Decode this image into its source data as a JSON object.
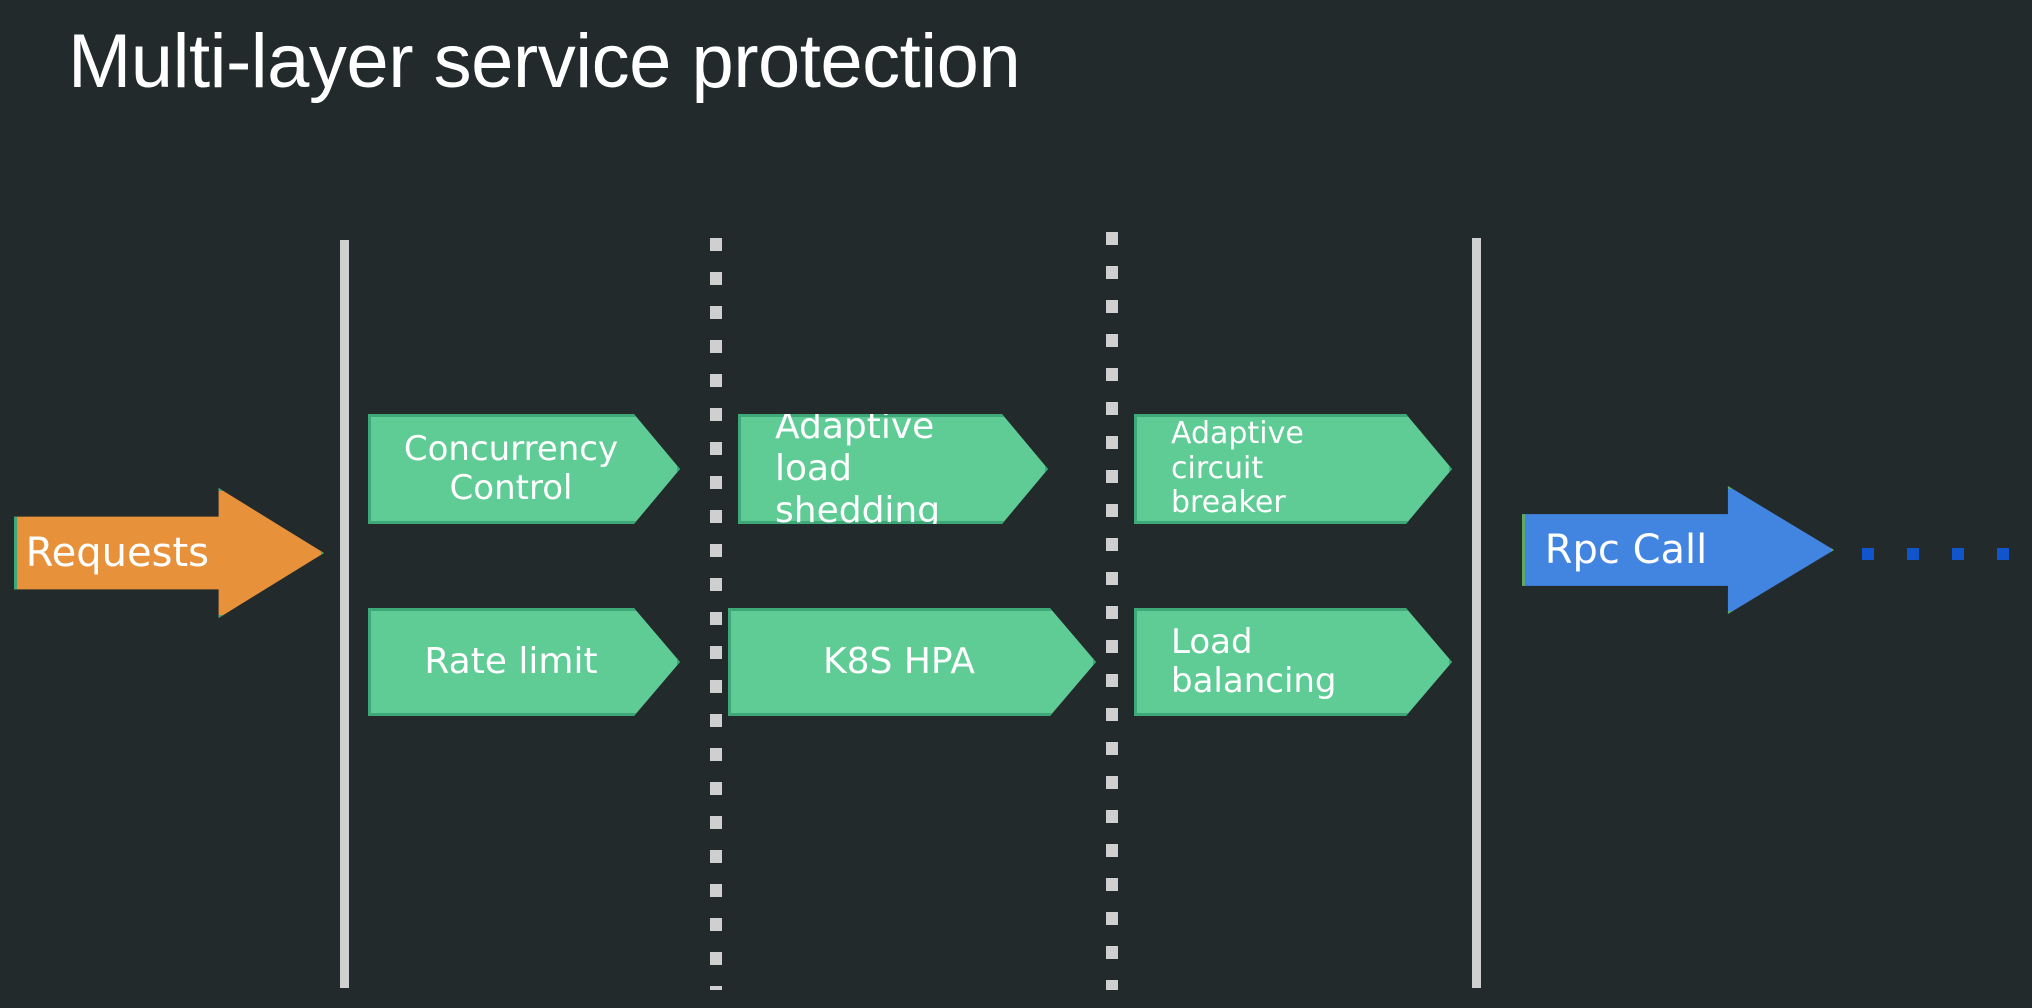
{
  "slide": {
    "title": "Multi-layer service protection",
    "background_color": "#222a2c",
    "title_color": "#ffffff"
  },
  "colors": {
    "green_fill": "#5fcb95",
    "green_border": "#3fa878",
    "orange_fill": "#e8913b",
    "blue_fill": "#4285e0",
    "line_gray": "#cfcfcf",
    "trail_dot_blue": "#1155cc"
  },
  "entry_arrow": {
    "label": "Requests",
    "fill": "#e8913b"
  },
  "exit_arrow": {
    "label": "Rpc Call",
    "fill": "#4285e0"
  },
  "trailing_dots": {
    "count": 4,
    "color": "#1155cc"
  },
  "boundaries": [
    {
      "name": "outer-left-boundary",
      "style": "solid"
    },
    {
      "name": "layer-1-2-divider",
      "style": "dotted"
    },
    {
      "name": "layer-2-3-divider",
      "style": "dotted"
    },
    {
      "name": "outer-right-boundary",
      "style": "solid"
    }
  ],
  "layers": [
    {
      "name": "layer-1",
      "top": {
        "label": "Concurrency\nControl",
        "align": "center"
      },
      "bottom": {
        "label": "Rate limit",
        "align": "center"
      }
    },
    {
      "name": "layer-2",
      "top": {
        "label": "Adaptive load\nshedding",
        "align": "left"
      },
      "bottom": {
        "label": "K8S HPA",
        "align": "center"
      }
    },
    {
      "name": "layer-3",
      "top": {
        "label": "Adaptive circuit\nbreaker",
        "align": "left"
      },
      "bottom": {
        "label": "Load balancing",
        "align": "left"
      }
    }
  ]
}
